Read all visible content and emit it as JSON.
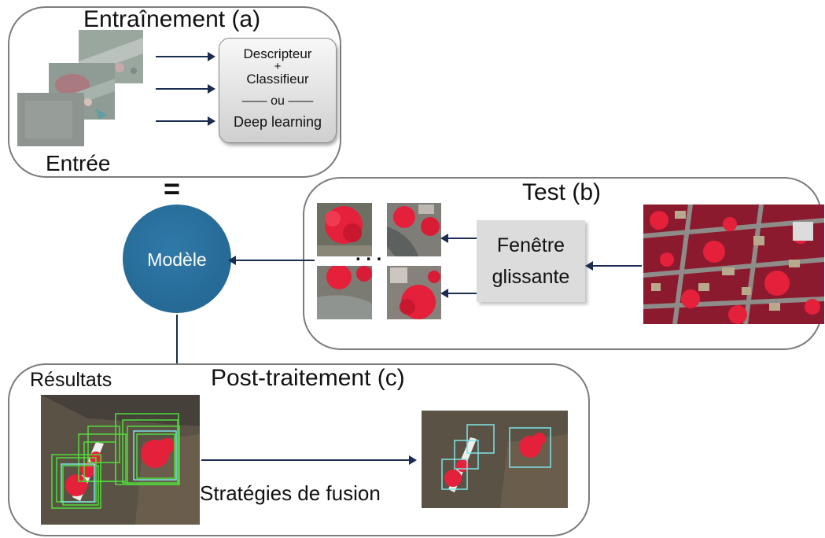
{
  "training": {
    "title": "Entraînement (a)",
    "input_label": "Entrée",
    "box_line1": "Descripteur",
    "box_plus": "+",
    "box_line2": "Classifieur",
    "box_or": "—— ou ——",
    "box_line3": "Deep learning"
  },
  "equals": "=",
  "model_label": "Modèle",
  "test": {
    "title": "Test (b)",
    "ellipsis": ". . .",
    "window_line1": "Fenêtre",
    "window_line2": "glissante"
  },
  "results_label": "Résultats",
  "post": {
    "title": "Post-traitement (c)",
    "fusion_label": "Stratégies de fusion"
  },
  "colors": {
    "arrow": "#1a2c50",
    "model": "#2a6e9c",
    "vegetation": "#e5203a",
    "green_box": "#4fdc3a",
    "cyan_box": "#7fe3e8"
  }
}
